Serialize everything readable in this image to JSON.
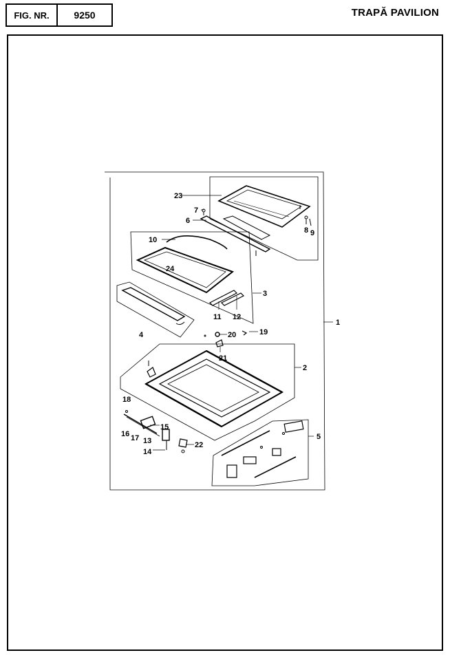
{
  "header": {
    "fig_label": "FIG. NR.",
    "fig_number": "9250",
    "title": "TRAPĂ PAVILION"
  },
  "callouts": [
    "1",
    "2",
    "3",
    "4",
    "5",
    "6",
    "7",
    "8",
    "9",
    "10",
    "11",
    "12",
    "13",
    "14",
    "15",
    "16",
    "17",
    "18",
    "19",
    "20",
    "21",
    "22",
    "23",
    "24"
  ]
}
